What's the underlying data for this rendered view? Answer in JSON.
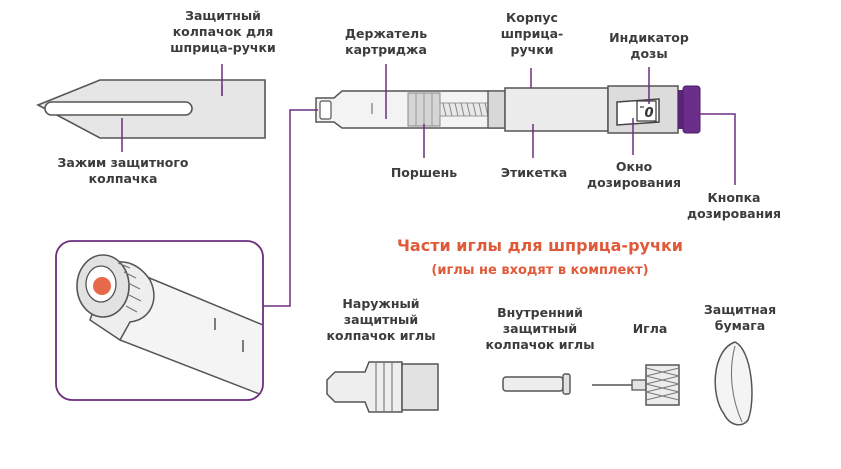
{
  "colors": {
    "text": "#3c3c3c",
    "leader_line": "#6b2e7e",
    "section_title": "#e05a3a",
    "pen_body": "#e6e6e6",
    "dose_button": "#6b2e8a",
    "needle_tip": "#e8694a"
  },
  "pen_labels": {
    "cap": "Защитный\nколпачок для\nшприца-ручки",
    "cap_clip": "Зажим защитного\nколпачка",
    "cartridge_holder": "Держатель\nкартриджа",
    "body": "Корпус\nшприца-\nручки",
    "dose_indicator": "Индикатор\nдозы",
    "plunger": "Поршень",
    "label": "Этикетка",
    "dose_window": "Окно\nдозирования",
    "dose_button": "Кнопка\nдозирования"
  },
  "dose_window_value": "0",
  "needle_section": {
    "title": "Части иглы для шприца-ручки",
    "subtitle": "(иглы не входят в комплект)",
    "outer_cap": "Наружный\nзащитный\nколпачок иглы",
    "inner_cap": "Внутренний\nзащитный\nколпачок иглы",
    "needle": "Игла",
    "paper_tab": "Защитная\nбумага"
  }
}
